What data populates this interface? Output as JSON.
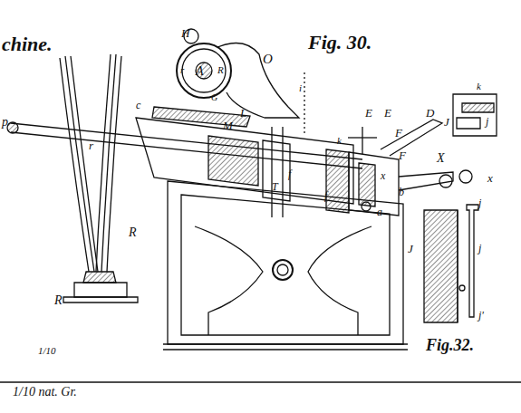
{
  "diagram": {
    "labels": [
      "chine.",
      "Fig. 30.",
      "H",
      "A",
      "R",
      "r",
      "G",
      "O",
      "c",
      "L",
      "M",
      "i",
      "k",
      "E",
      "E",
      "F",
      "F",
      "D",
      "p",
      "r",
      "T",
      "f",
      "f",
      "a",
      "b",
      "x",
      "X",
      "x",
      "R",
      "R",
      "1/10",
      "1/10 nat. Gr.",
      "k",
      "J",
      "j",
      "Fig.32.",
      "J",
      "j",
      "j",
      "j'"
    ]
  }
}
